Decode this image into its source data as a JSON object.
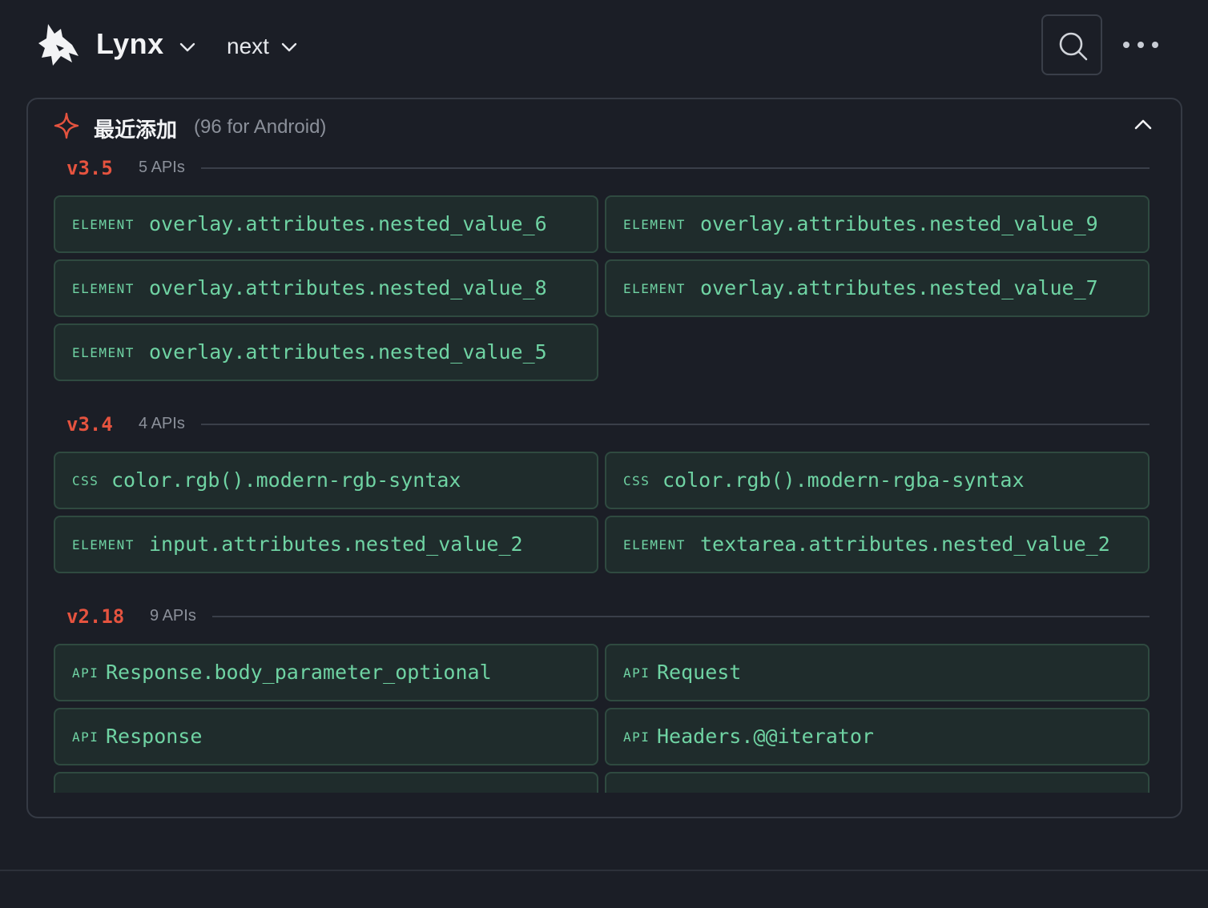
{
  "header": {
    "brand": "Lynx",
    "version_selector": "next"
  },
  "panel": {
    "title": "最近添加",
    "subtitle": "(96 for Android)",
    "groups": [
      {
        "version": "v3.5",
        "count": "5 APIs",
        "items": [
          {
            "tag": "ELEMENT",
            "name": "overlay.attributes.nested_value_6"
          },
          {
            "tag": "ELEMENT",
            "name": "overlay.attributes.nested_value_9"
          },
          {
            "tag": "ELEMENT",
            "name": "overlay.attributes.nested_value_8"
          },
          {
            "tag": "ELEMENT",
            "name": "overlay.attributes.nested_value_7"
          },
          {
            "tag": "ELEMENT",
            "name": "overlay.attributes.nested_value_5"
          }
        ]
      },
      {
        "version": "v3.4",
        "count": "4 APIs",
        "items": [
          {
            "tag": "CSS",
            "name": "color.rgb().modern-rgb-syntax"
          },
          {
            "tag": "CSS",
            "name": "color.rgb().modern-rgba-syntax"
          },
          {
            "tag": "ELEMENT",
            "name": "input.attributes.nested_value_2"
          },
          {
            "tag": "ELEMENT",
            "name": "textarea.attributes.nested_value_2"
          }
        ]
      },
      {
        "version": "v2.18",
        "count": "9 APIs",
        "items": [
          {
            "tag": "API",
            "name": "Response.body_parameter_optional"
          },
          {
            "tag": "API",
            "name": "Request"
          },
          {
            "tag": "API",
            "name": "Response"
          },
          {
            "tag": "API",
            "name": "Headers.@@iterator"
          }
        ]
      }
    ]
  },
  "colors": {
    "background": "#1b1e26",
    "accent_version": "#e5533f",
    "card_text": "#6fd3a3",
    "card_bg": "#1f2c2c"
  },
  "icons": [
    "lynx-logo-icon",
    "chevron-down-icon",
    "search-icon",
    "more-horizontal-icon",
    "sparkle-icon",
    "chevron-up-icon"
  ]
}
